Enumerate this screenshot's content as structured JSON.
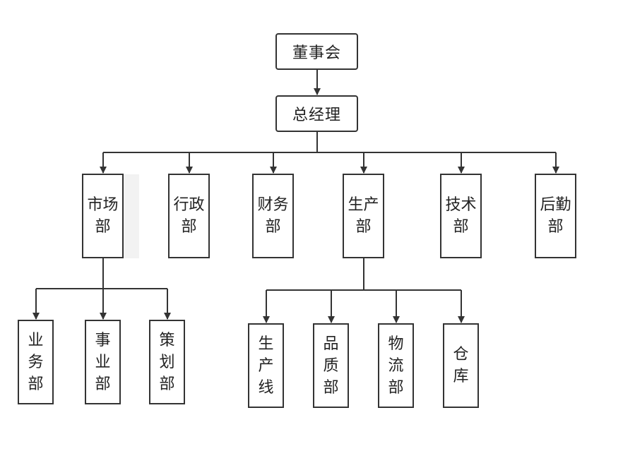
{
  "org_chart": {
    "top": {
      "board": "董事会",
      "general_manager": "总经理"
    },
    "departments": {
      "market": "市场部",
      "admin": "行政部",
      "finance": "财务部",
      "production": "生产部",
      "tech": "技术部",
      "logistics": "后勤部"
    },
    "market_subunits": {
      "business": "业务部",
      "enterprise": "事业部",
      "planning": "策划部"
    },
    "production_subunits": {
      "line": "生产线",
      "quality": "品质部",
      "material_flow": "物流部",
      "warehouse": "仓　库"
    }
  },
  "colors": {
    "line": "#333333",
    "box_border": "#333333",
    "text": "#222222",
    "highlight": "#f2f2f2"
  }
}
